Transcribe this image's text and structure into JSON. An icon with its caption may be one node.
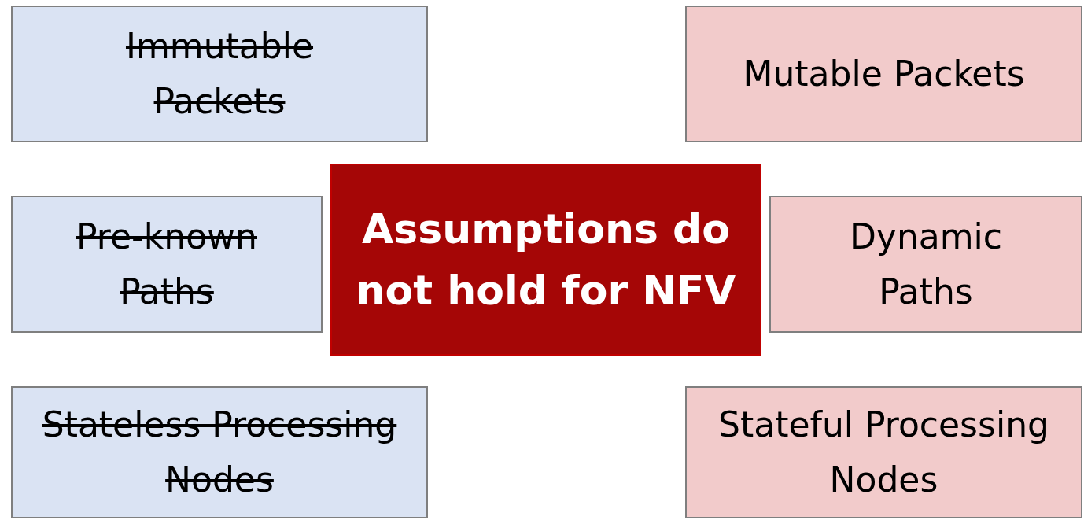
{
  "diagram": {
    "nodes": [
      {
        "text": [
          "Immutable Packets"
        ]
      },
      {
        "text": [
          "Mutable Packets"
        ]
      },
      {
        "text": [
          "Pre-known Paths"
        ]
      },
      {
        "text": [
          "Assumptions do not hold for NFV"
        ]
      },
      {
        "text": [
          "Dynamic Paths"
        ]
      },
      {
        "text": [
          "Stateless Processing Nodes"
        ]
      },
      {
        "text": [
          "Stateful Processing Nodes"
        ]
      }
    ]
  }
}
